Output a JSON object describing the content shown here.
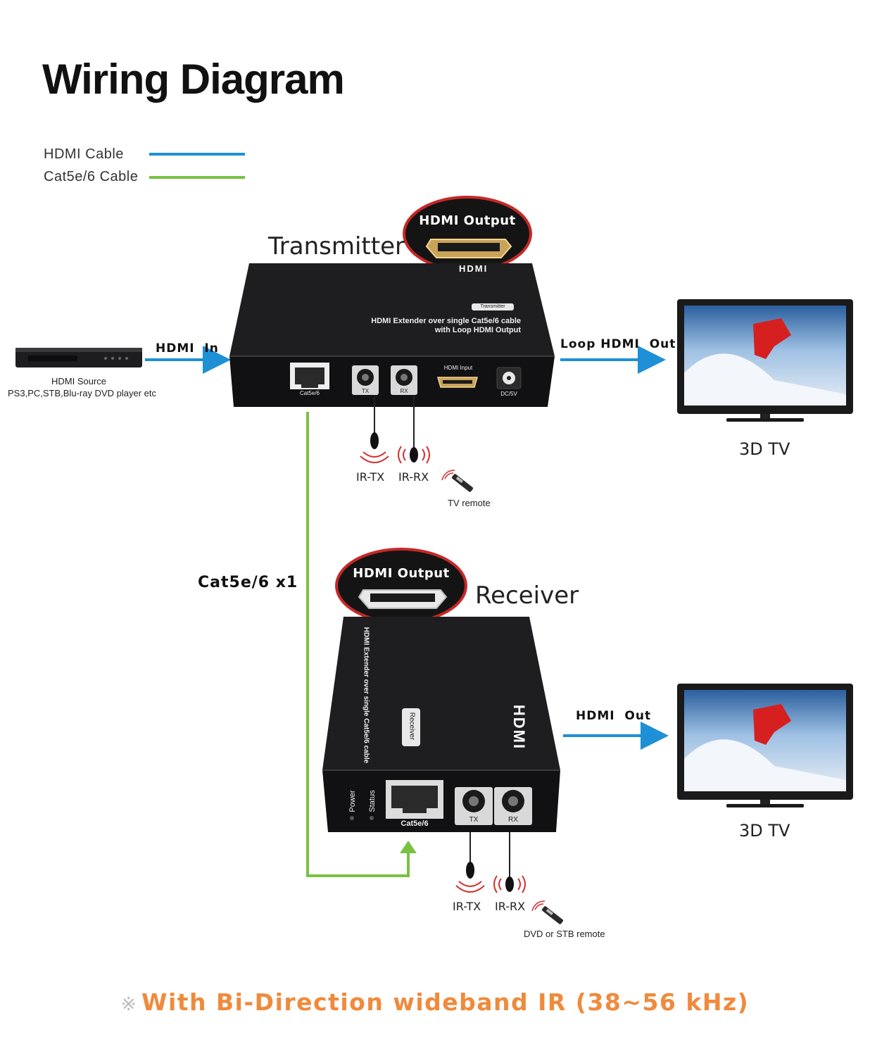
{
  "title": "Wiring Diagram",
  "legend": [
    {
      "label": "HDMI Cable",
      "color": "#1e90d6"
    },
    {
      "label": "Cat5e/6 Cable",
      "color": "#7ac143"
    }
  ],
  "transmitter": {
    "name": "Transmitter",
    "bubble_label": "HDMI Output",
    "brand": "HDMI",
    "badge": "Transmitter",
    "description_line1": "HDMI Extender over single Cat5e/6 cable",
    "description_line2": "with Loop HDMI Output",
    "ports": {
      "cat": "Cat5e/6",
      "tx": "TX",
      "rx": "RX",
      "hdmi_in": "HDMI Input",
      "dc": "DC/5V"
    },
    "ir_tx": "IR-TX",
    "ir_rx": "IR-RX",
    "remote_label": "TV remote"
  },
  "receiver": {
    "name": "Receiver",
    "bubble_label": "HDMI Output",
    "brand": "HDMI",
    "badge": "Receiver",
    "description": "HDMI Extender over single Cat5e/6 cable",
    "ports": {
      "power": "Power",
      "status": "Status",
      "cat": "Cat5e/6",
      "tx": "TX",
      "rx": "RX"
    },
    "ir_tx": "IR-TX",
    "ir_rx": "IR-RX",
    "remote_label": "DVD or STB remote"
  },
  "source": {
    "line1": "HDMI Source",
    "line2": "PS3,PC,STB,Blu-ray DVD player etc"
  },
  "arrows": {
    "hdmi_in": "HDMI  In",
    "loop_out": "Loop HDMI  Out",
    "hdmi_out": "HDMI  Out",
    "cat_cable": "Cat5e/6 x1"
  },
  "tv_top": "3D TV",
  "tv_bottom": "3D TV",
  "footer_mark": "※",
  "footer": "With Bi-Direction wideband IR (38~56 kHz)"
}
